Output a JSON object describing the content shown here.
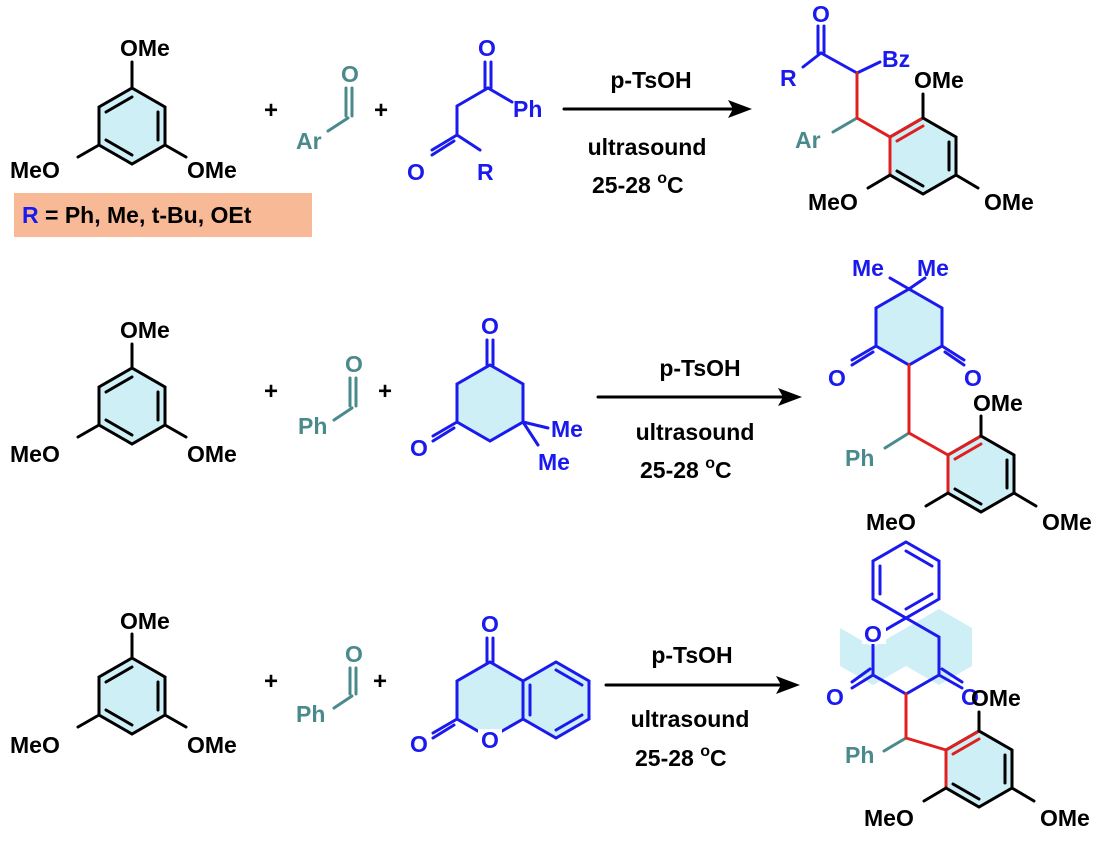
{
  "scheme": {
    "rows": [
      {
        "reactant1": {
          "substituents": [
            "OMe",
            "MeO",
            "OMe"
          ]
        },
        "reactant2": {
          "o_label": "O",
          "group": "Ar"
        },
        "reactant3": {
          "o_top": "O",
          "ph": "Ph",
          "o_bottom": "O",
          "r": "R"
        },
        "plus": "+",
        "reagent": "p-TsOH",
        "solvent": "ultrasound",
        "temperature": "25-28 ",
        "temp_sup": "o",
        "temp_unit": "C",
        "product": {
          "o": "O",
          "r": "R",
          "bz": "Bz",
          "ar": "Ar",
          "ome_top": "OMe",
          "meo": "MeO",
          "ome": "OMe"
        },
        "r_note_symbol": "R",
        "r_note_text": " = Ph, Me, t-Bu, OEt"
      },
      {
        "reactant1": {
          "substituents": [
            "OMe",
            "MeO",
            "OMe"
          ]
        },
        "reactant2": {
          "o_label": "O",
          "group": "Ph"
        },
        "reactant3": {
          "o_top": "O",
          "o_bottom": "O",
          "me1": "Me",
          "me2": "Me"
        },
        "plus": "+",
        "reagent": "p-TsOH",
        "solvent": "ultrasound",
        "temperature": "25-28 ",
        "temp_sup": "o",
        "temp_unit": "C",
        "product": {
          "me1": "Me",
          "me2": "Me",
          "o_left": "O",
          "o_right": "O",
          "ph": "Ph",
          "ome_top": "OMe",
          "meo": "MeO",
          "ome": "OMe"
        }
      },
      {
        "reactant1": {
          "substituents": [
            "OMe",
            "MeO",
            "OMe"
          ]
        },
        "reactant2": {
          "o_label": "O",
          "group": "Ph"
        },
        "reactant3": {
          "o_top": "O",
          "o_ring": "O",
          "o_exo": "O"
        },
        "plus": "+",
        "reagent": "p-TsOH",
        "solvent": "ultrasound",
        "temperature": "25-28 ",
        "temp_sup": "o",
        "temp_unit": "C",
        "product": {
          "o_ring": "O",
          "o_left": "O",
          "o_right": "O",
          "ph": "Ph",
          "ome_top": "OMe",
          "meo": "MeO",
          "ome": "OMe"
        }
      }
    ],
    "colors": {
      "blue": "#1a1aee",
      "teal": "#4a8a8c",
      "red": "#e02020",
      "ring_fill": "#cdeff5",
      "note_bg": "#f7b996"
    }
  }
}
